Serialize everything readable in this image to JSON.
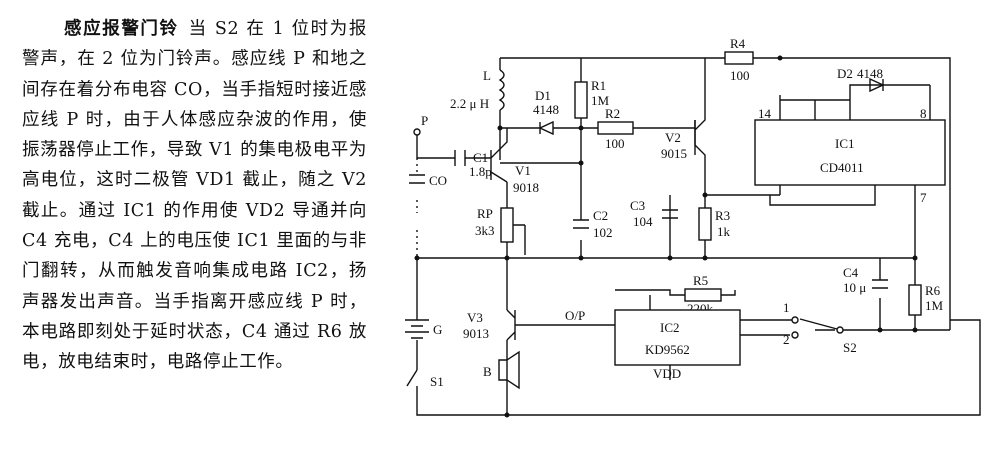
{
  "article": {
    "title": "感应报警门铃",
    "body": "当 S2 在 1 位时为报警声，在 2 位为门铃声。感应线 P 和地之间存在着分布电容 CO，当手指短时接近感应线 P 时，由于人体感应杂波的作用，使振荡器停止工作，导致 V1 的集电极电平为高电位，这时二极管 VD1 截止，随之 V2 截止。通过 IC1 的作用使 VD2 导通并向 C4 充电，C4 上的电压使 IC1 里面的与非门翻转，从而触发音响集成电路 IC2，扬声器发出声音。当手指离开感应线 P 时，本电路即刻处于延时状态，C4 通过 R6 放电，放电结束时，电路停止工作。"
  },
  "circuit": {
    "L": "L",
    "L_val": "2.2 μ H",
    "D1": "D1",
    "D1_val": "4148",
    "R1": "R1",
    "R1_val": "1M",
    "R2": "R2",
    "R2_val": "100",
    "R4": "R4",
    "R4_val": "100",
    "D2": "D2",
    "D2_val": "4148",
    "P": "P",
    "C1": "C1",
    "C1_val": "1.8p",
    "V1": "V1",
    "V1_val": "9018",
    "V2": "V2",
    "V2_val": "9015",
    "CO": "CO",
    "RP": "RP",
    "RP_val": "3k3",
    "C2": "C2",
    "C2_val": "102",
    "C3": "C3",
    "C3_val": "104",
    "R3": "R3",
    "R3_val": "1k",
    "IC1": "IC1",
    "IC1_part": "CD4011",
    "pin14": "14",
    "pin8": "8",
    "pin7": "7",
    "R5": "R5",
    "R5_val": "220k",
    "C4": "C4",
    "C4_val": "10 μ",
    "R6": "R6",
    "R6_val": "1M",
    "G": "G",
    "S1": "S1",
    "V3": "V3",
    "V3_val": "9013",
    "OP": "O/P",
    "IC2": "IC2",
    "IC2_part": "KD9562",
    "VDD": "VDD",
    "B": "B",
    "S2": "S2",
    "S2_pos1": "1",
    "S2_pos2": "2"
  }
}
